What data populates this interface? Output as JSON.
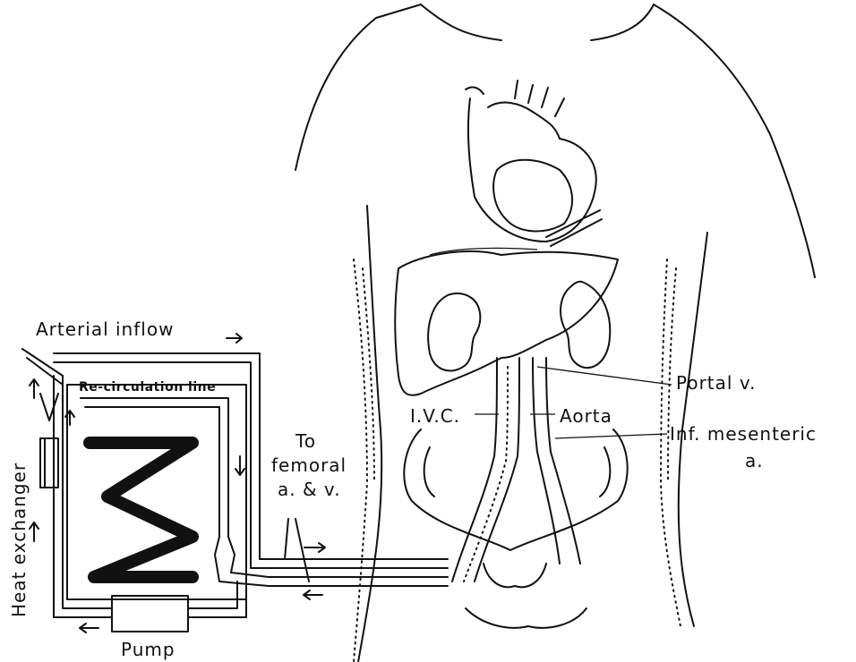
{
  "labels": {
    "arterial_inflow": "Arterial inflow",
    "recirculation_line": "Re-circulation line",
    "heat_exchanger": "Heat exchanger",
    "pump": "Pump",
    "to_femoral_1": "To",
    "to_femoral_2": "femoral",
    "to_femoral_3": "a. & v.",
    "portal_v": "Portal v.",
    "ivc": "I.V.C.",
    "aorta": "Aorta",
    "inf_mesenteric_1": "Inf. mesenteric",
    "inf_mesenteric_2": "a."
  }
}
